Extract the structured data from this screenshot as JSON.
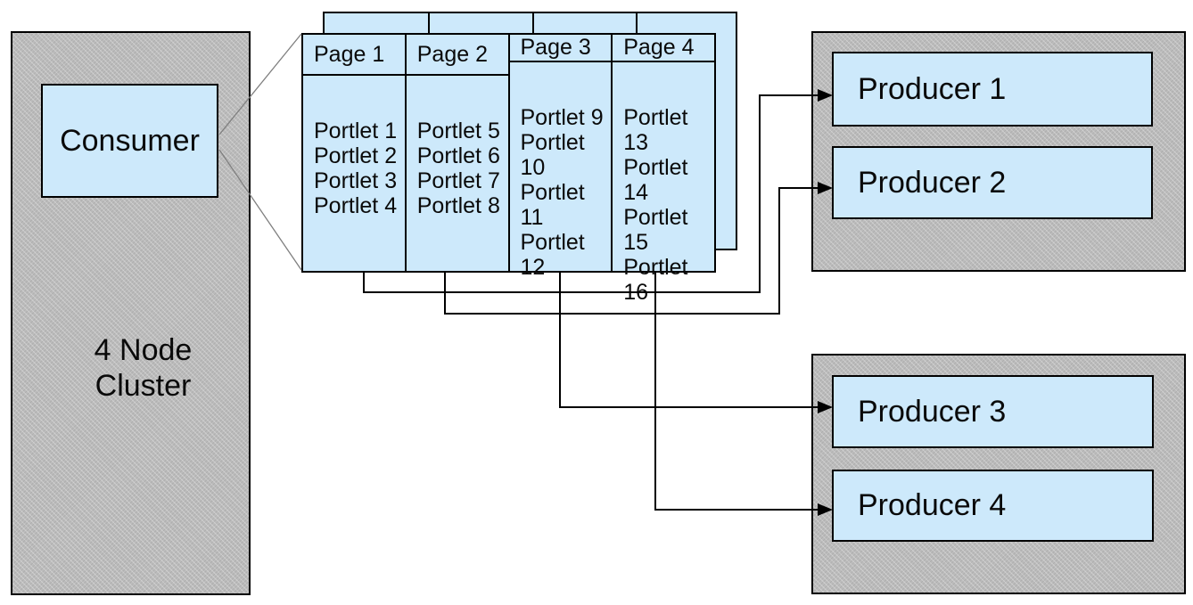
{
  "diagram": {
    "consumer": {
      "label": "Consumer"
    },
    "cluster": {
      "label": "4 Node Cluster"
    },
    "pages": [
      {
        "label": "Page 1",
        "portlets": [
          "Portlet 1",
          "Portlet 2",
          "Portlet 3",
          "Portlet 4"
        ]
      },
      {
        "label": "Page 2",
        "portlets": [
          "Portlet 5",
          "Portlet 6",
          "Portlet 7",
          "Portlet 8"
        ]
      },
      {
        "label": "Page 3",
        "portlets": [
          "Portlet 9",
          "Portlet 10",
          "Portlet 11",
          "Portlet 12"
        ]
      },
      {
        "label": "Page 4",
        "portlets": [
          "Portlet 13",
          "Portlet 14",
          "Portlet 15",
          "Portlet 16"
        ]
      }
    ],
    "producers": [
      {
        "label": "Producer 1"
      },
      {
        "label": "Producer 2"
      },
      {
        "label": "Producer 3"
      },
      {
        "label": "Producer 4"
      }
    ],
    "colors": {
      "box_fill": "#cde9fb",
      "panel_fill": "#bcbcbc",
      "border": "#000000",
      "connector_line": "#000000",
      "callout_line": "#7f7f7f"
    }
  }
}
